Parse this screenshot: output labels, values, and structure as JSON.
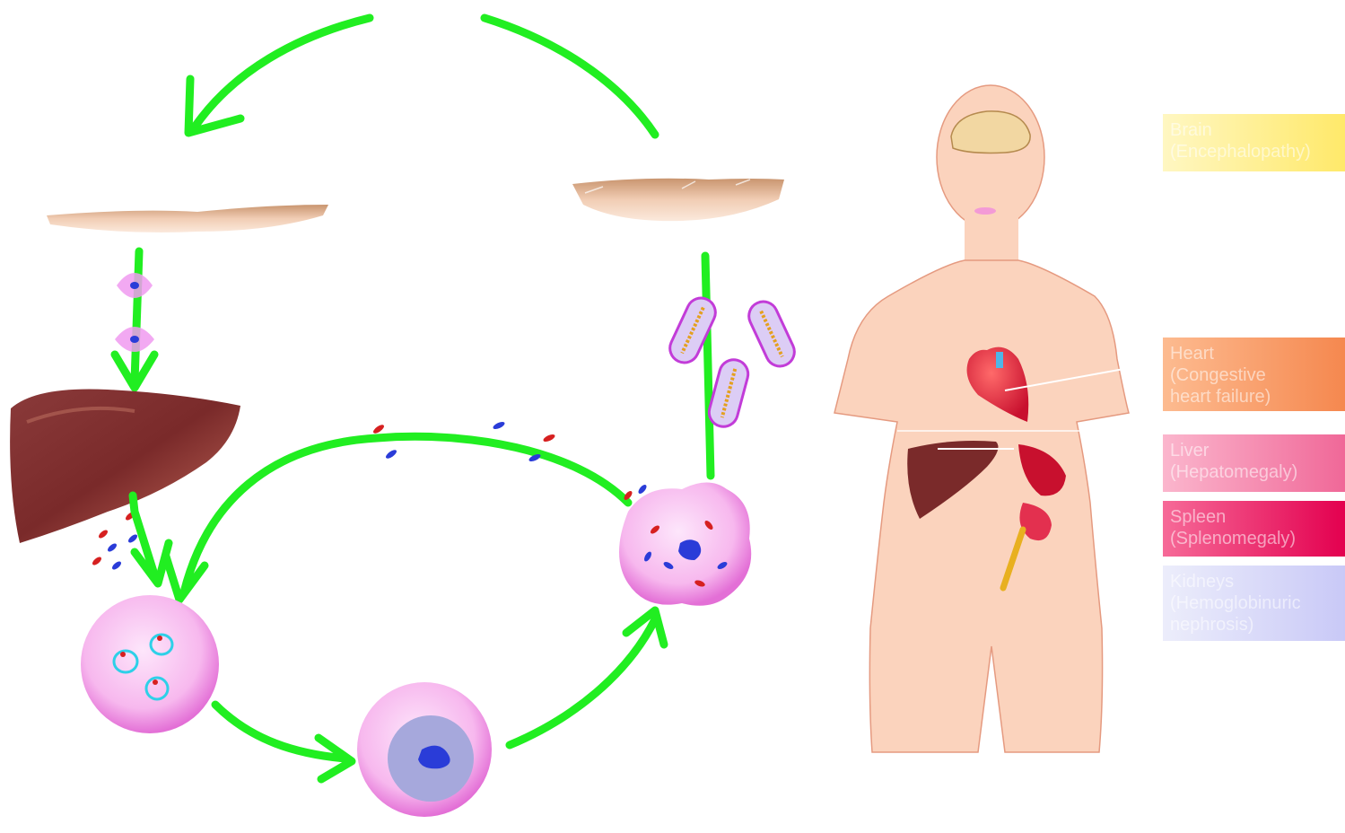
{
  "organ_labels": {
    "brain": "Brain\n(Encephalopathy)",
    "heart": "Heart\n(Congestive\nheart failure)",
    "liver": "Liver\n(Hepatomegaly)",
    "spleen": "Spleen\n(Splenomegaly)",
    "kidneys": "Kidneys\n(Hemoglobinuric\nnephrosis)"
  },
  "colors": {
    "arrow": "#21ee21",
    "cell_pink": "#f4a6ea",
    "parasite_red": "#d62020",
    "parasite_blue": "#2a3cd8",
    "skin": "#fbd3bd"
  }
}
